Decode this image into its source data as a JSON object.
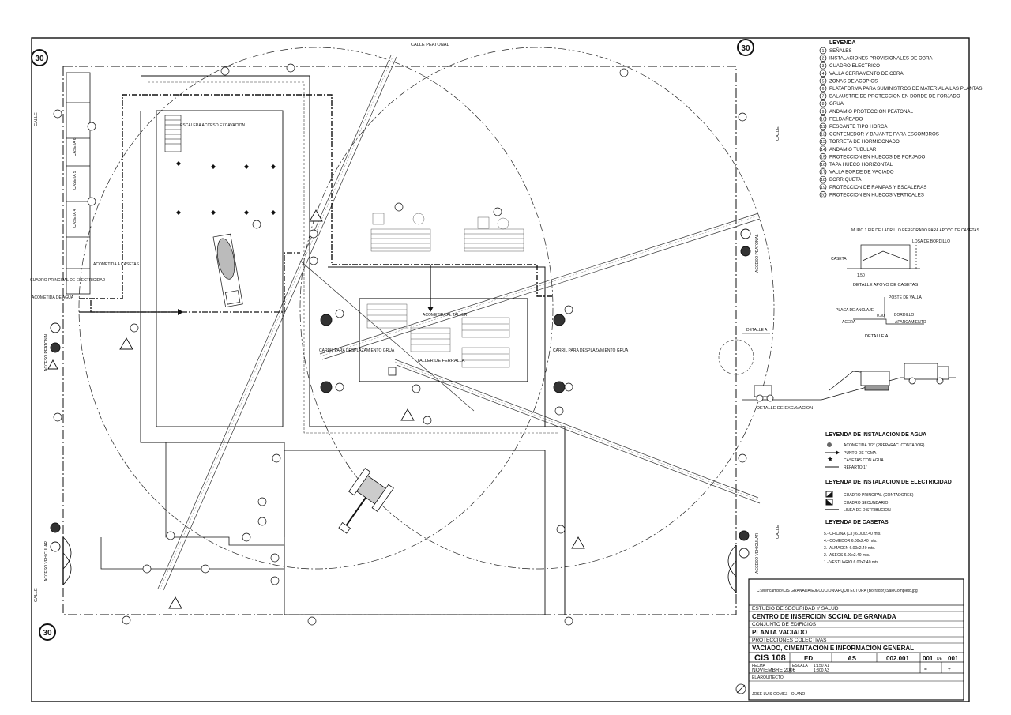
{
  "drawing": {
    "street_top": "CALLE PEATONAL",
    "street_left_top": "CALLE",
    "street_left_bottom": "CALLE",
    "street_right_top": "CALLE",
    "street_right_bottom": "CALLE",
    "speed_limit": "30",
    "labels": {
      "escalera": "ESCALERA ACCESO EXCAVACION",
      "acometida_casetas": "ACOMETIDA A CASETAS",
      "cuadro_principal": "CUADRO PRINCIPAL DE ELECTRICIDAD",
      "acometida_agua": "ACOMETIDA DE AGUA",
      "acometida_taller": "ACOMETIDA AL TALLER",
      "carril_left": "CARRIL PARA DESPLAZAMIENTO GRUA",
      "carril_right": "CARRIL PARA DESPLAZAMIENTO GRUA",
      "taller": "TALLER DE FERRALLA",
      "acceso_peatonal_left": "ACCESO PEATONAL",
      "acceso_peatonal_right": "ACCESO PEATONAL",
      "acceso_vehicular_left": "ACCESO VEHICULAR",
      "acceso_vehicular_right": "ACCESO VEHICULAR",
      "detalle_a_marker": "DETALLE A",
      "casetas_stack": [
        "CASETA 6",
        "CASETA 5",
        "CASETA 4"
      ]
    }
  },
  "legend": {
    "title": "LEYENDA",
    "items": [
      {
        "n": "1",
        "text": "SEÑALES"
      },
      {
        "n": "2",
        "text": "INSTALACIONES PROVISIONALES DE OBRA"
      },
      {
        "n": "3",
        "text": "CUADRO ELECTRICO"
      },
      {
        "n": "4",
        "text": "VALLA CERRAMENTO DE OBRA"
      },
      {
        "n": "5",
        "text": "ZONAS DE ACOPIOS"
      },
      {
        "n": "6",
        "text": "PLATAFORMA PARA SUMINISTROS DE MATERIAL A LAS PLANTAS"
      },
      {
        "n": "7",
        "text": "BALAUSTRE DE PROTECCION EN BORDE DE FORJADO"
      },
      {
        "n": "8",
        "text": "GRUA"
      },
      {
        "n": "9",
        "text": "ANDAMIO PROTECCION PEATONAL"
      },
      {
        "n": "10",
        "text": "PELDAÑEADO"
      },
      {
        "n": "11",
        "text": "PESCANTE TIPO HORCA"
      },
      {
        "n": "12",
        "text": "CONTENEDOR Y BAJANTE PARA ESCOMBROS"
      },
      {
        "n": "13",
        "text": "TORRETA DE HORMIGONADO"
      },
      {
        "n": "14",
        "text": "ANDAMIO TUBULAR"
      },
      {
        "n": "15",
        "text": "PROTECCION EN HUECOS DE FORJADO"
      },
      {
        "n": "16",
        "text": "TAPA HUECO HORIZONTAL"
      },
      {
        "n": "17",
        "text": "VALLA BORDE DE VACIADO"
      },
      {
        "n": "18",
        "text": "BORRIQUETA"
      },
      {
        "n": "19",
        "text": "PROTECCION DE RAMPAS Y ESCALERAS"
      },
      {
        "n": "20",
        "text": "PROTECCION EN HUECOS VERTICALES"
      }
    ]
  },
  "detalle_casetas": {
    "note": "MURO 1 PIE DE LADRILLO PERFORADO PARA APOYO DE CASETAS",
    "losa": "LOSA DE BORDILLO",
    "caseta": "CASETA",
    "dim": "1.50",
    "title": "DETALLE APOYO DE CASETAS"
  },
  "detalle_a": {
    "poste": "POSTE DE VALLA",
    "placa": "PLACA DE ANCLAJE",
    "dim": "0.30",
    "bordillo": "BORDILLO",
    "acera": "ACERA",
    "aparcamiento": "APARCAMIENTO",
    "title": "DETALLE A"
  },
  "detalle_excavacion": {
    "title": "DETALLE DE EXCAVACION"
  },
  "leyenda_agua": {
    "title": "LEYENDA DE INSTALACION DE AGUA",
    "items": [
      "ACOMETIDA 1/2\" (PREPARAC. CONTADOR)",
      "PUNTO DE TOMA",
      "CASETAS CON AGUA",
      "REPARTO 1\""
    ]
  },
  "leyenda_electricidad": {
    "title": "LEYENDA DE INSTALACION DE ELECTRICIDAD",
    "items": [
      "CUADRO PRINCIPAL (CONTADORES)",
      "CUADRO SECUNDARIO",
      "LINEA DE DISTRIBUCION"
    ]
  },
  "leyenda_casetas": {
    "title": "LEYENDA DE CASETAS",
    "items": [
      "5.- OFICINA (CT) 6.00x2.40 mts.",
      "4.- COMEDOR 6.00x2.40 mts.",
      "3.- ALMACEN 6.00x2.40 mts.",
      "2.- ASEOS 6.00x2.40 mts.",
      "1.- VESTUARIO 6.00x2.40 mts."
    ]
  },
  "titleblock": {
    "path": "C:\\elencambio\\CIS GRANADA\\EJECUCION\\ARQUITECTURA (Borrador)\\SaloCompleto.jpg",
    "study": "ESTUDIO DE SEGURIDAD Y SALUD",
    "project": "CENTRO DE INSERCION SOCIAL DE GRANADA",
    "building": "CONJUNTO DE EDIFICIOS",
    "plan": "PLANTA VACIADO",
    "protections": "PROTECCIONES COLECTIVAS",
    "content": "VACIADO, CIMENTACION E INFORMACION GENERAL",
    "code": "CIS 108",
    "phase": "ED",
    "discipline": "AS",
    "number": "002.001",
    "sheet": "001",
    "de": "DE",
    "total": "001",
    "fecha_label": "FECHA",
    "fecha": "NOVIEMBRE 2006",
    "escala_label": "ESCALA",
    "escala_a1": "1:150 A1",
    "escala_a3": "1:300 A3",
    "sym_eq": "=",
    "sym_plus": "+",
    "arquitecto_label": "EL ARQUITECTO",
    "arquitecto": "JOSE LUIS GOMEZ - OLANO"
  }
}
